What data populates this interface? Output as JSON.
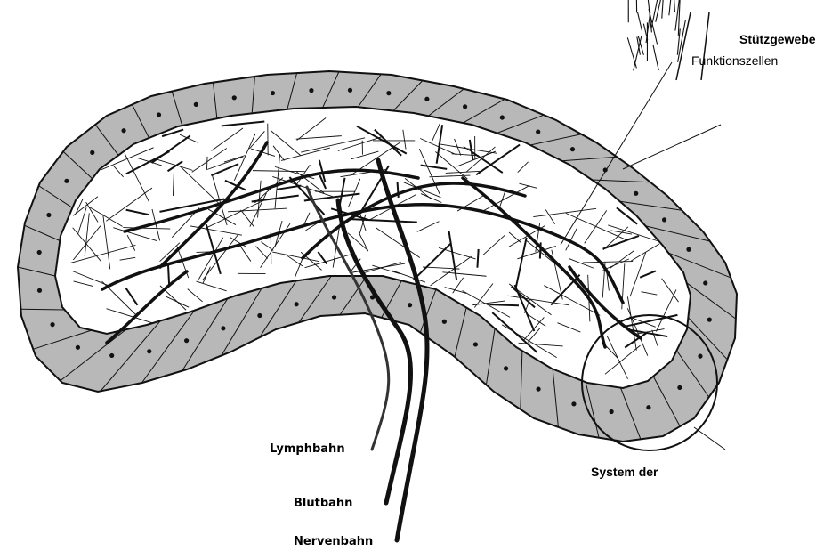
{
  "labels": {
    "stuetzgewebe": "Stützgewebe",
    "funktionszellen": "Funktionszellen",
    "system_der": "System der",
    "lymphbahn": "Lymphbahn",
    "blutbahn": "Blutbahn",
    "nervenbahn": "Nervenbahn"
  },
  "colors": {
    "cell_fill": "#b8b8b8",
    "ink": "#111111",
    "background": "#ffffff"
  }
}
